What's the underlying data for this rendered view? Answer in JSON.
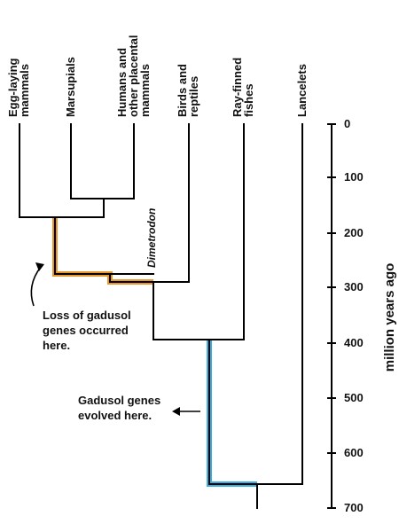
{
  "taxa": {
    "egg_laying": [
      "Egg-laying",
      "mammals"
    ],
    "marsupials": [
      "Marsupials"
    ],
    "humans": [
      "Humans and",
      "other placental",
      "mammals"
    ],
    "birds": [
      "Birds and",
      "reptiles"
    ],
    "fishes": [
      "Ray-finned",
      "fishes"
    ],
    "lancelets": [
      "Lancelets"
    ]
  },
  "fossil": "Dimetrodon",
  "axis": {
    "label": "million years ago",
    "ticks": [
      "0",
      "100",
      "200",
      "300",
      "400",
      "500",
      "600",
      "700"
    ]
  },
  "annotations": {
    "loss": [
      "Loss of gadusol",
      "genes occurred",
      "here."
    ],
    "evolved": [
      "Gadusol genes",
      "evolved here."
    ]
  },
  "colors": {
    "loss_branch": "#e8962a",
    "evolved_branch": "#3aaee0",
    "tree": "#000000"
  }
}
